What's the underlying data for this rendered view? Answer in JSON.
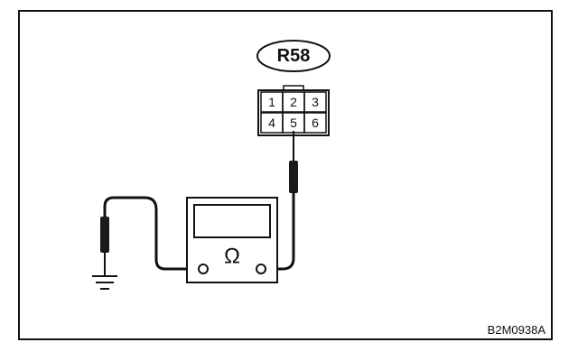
{
  "connector": {
    "label": "R58",
    "pins_row1": [
      "1",
      "2",
      "3"
    ],
    "pins_row2": [
      "4",
      "5",
      "6"
    ]
  },
  "meter": {
    "symbol": "Ω"
  },
  "figure_code": "B2M0938A",
  "colors": {
    "line": "#111111",
    "background": "#ffffff"
  }
}
